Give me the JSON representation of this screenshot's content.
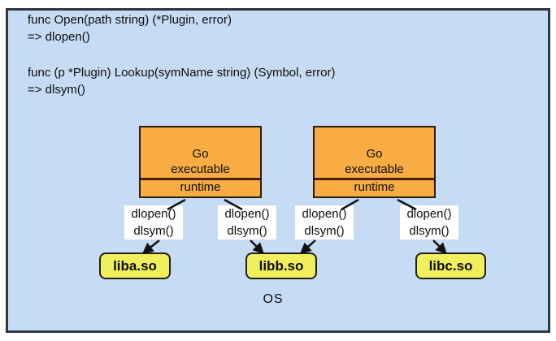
{
  "colors": {
    "canvas_bg": "#c5dcf4",
    "frame_border": "#2e3742",
    "executable_fill": "#f9ac44",
    "library_fill": "#f2ef5c",
    "label_bg": "#ffffff",
    "line_color": "#111111"
  },
  "code_block": {
    "lines": [
      "func Open(path string) (*Plugin, error)",
      "=> dlopen()",
      "func (p *Plugin) Lookup(symName string) (Symbol, error)",
      "=> dlsym()"
    ]
  },
  "executables": [
    {
      "title_line1": "Go",
      "title_line2": "executable",
      "runtime_label": "runtime"
    },
    {
      "title_line1": "Go",
      "title_line2": "executable",
      "runtime_label": "runtime"
    }
  ],
  "call_labels": [
    {
      "line1": "dlopen()",
      "line2": "dlsym()"
    },
    {
      "line1": "dlopen()",
      "line2": "dlsym()"
    },
    {
      "line1": "dlopen()",
      "line2": "dlsym()"
    },
    {
      "line1": "dlopen()",
      "line2": "dlsym()"
    }
  ],
  "libraries": [
    {
      "name": "liba.so"
    },
    {
      "name": "libb.so"
    },
    {
      "name": "libc.so"
    }
  ],
  "os_label": "OS"
}
